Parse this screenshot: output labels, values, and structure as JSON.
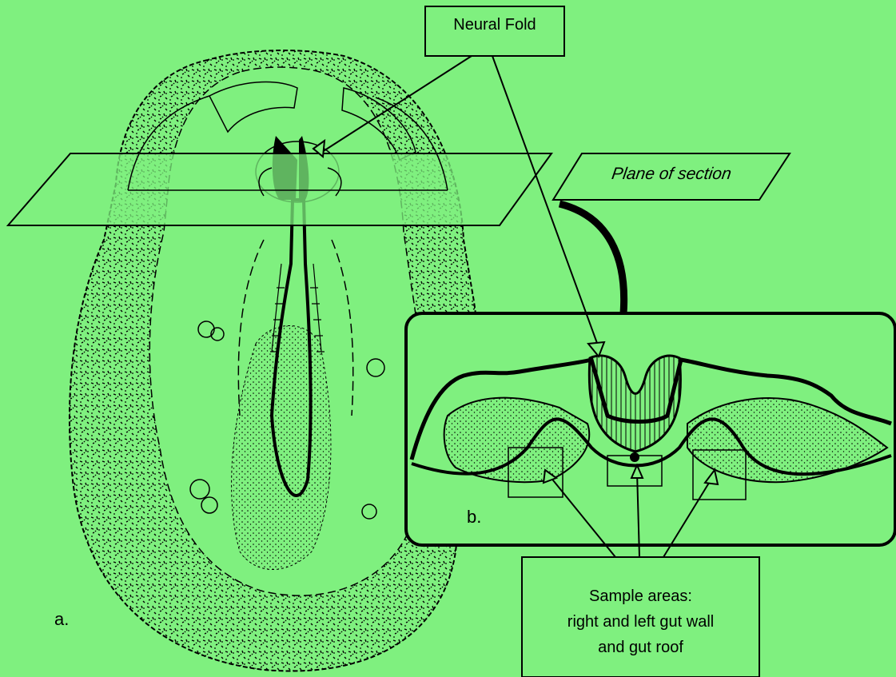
{
  "labels": {
    "neural_fold": "Neural Fold",
    "plane_of_section": "Plane of section",
    "panel_a": "a.",
    "panel_b": "b.",
    "sample_areas": [
      "Sample areas:",
      "right and left gut wall",
      "and gut roof"
    ]
  },
  "colors": {
    "background": "#7ff07f",
    "ink": "#000000"
  }
}
